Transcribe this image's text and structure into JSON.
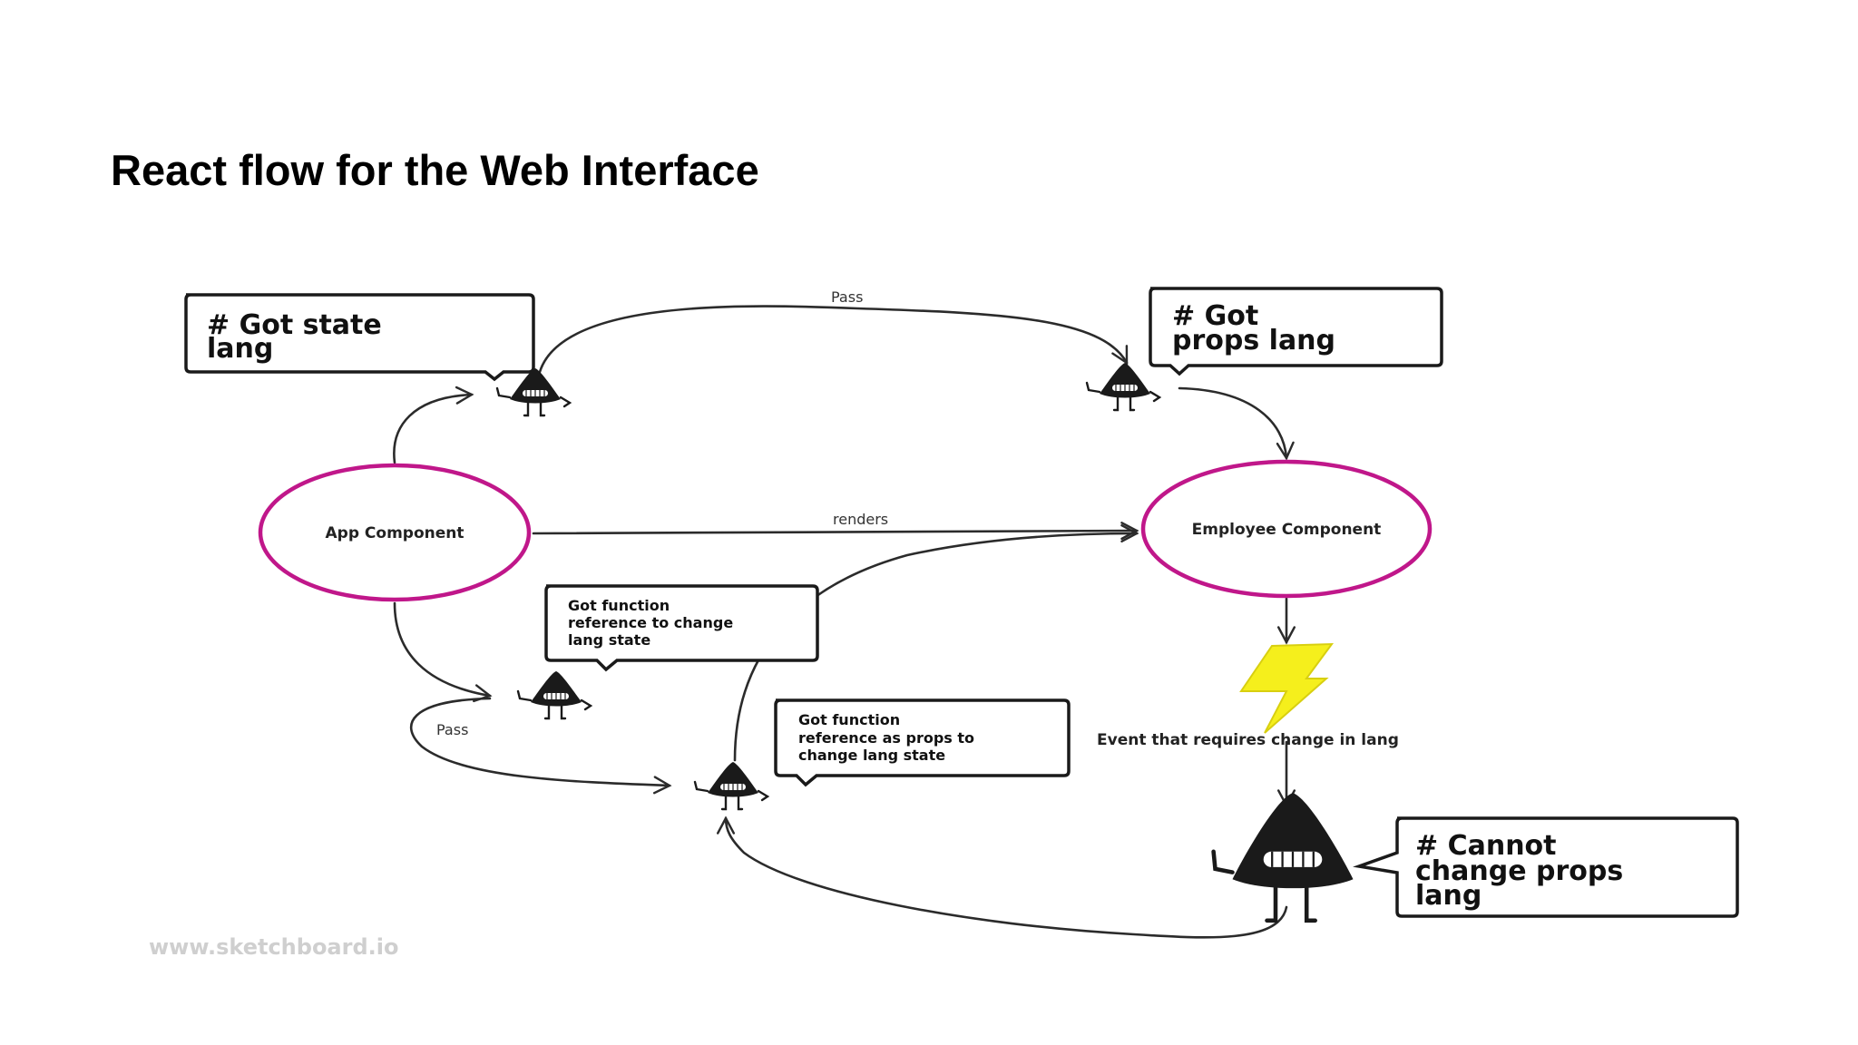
{
  "slide": {
    "title": "React flow for the Web Interface",
    "watermark": "www.sketchboard.io"
  },
  "nodes": {
    "app": "App Component",
    "employee": "Employee Component"
  },
  "edges": {
    "pass_top": "Pass",
    "renders": "renders",
    "pass_bottom": "Pass"
  },
  "bubbles": {
    "got_state": [
      "# Got state",
      "lang"
    ],
    "got_props": [
      "# Got",
      "props lang"
    ],
    "got_function": [
      "Got function",
      "reference to change",
      "lang state"
    ],
    "got_function_props": [
      "Got function",
      "reference as props to",
      "change lang state"
    ],
    "cannot_change": [
      "# Cannot",
      "change props",
      "lang"
    ]
  },
  "event_label": "Event that requires change in lang",
  "colors": {
    "node_border": "#c0178a",
    "lightning": "#f5ef1c",
    "ink": "#1a1a1a"
  }
}
